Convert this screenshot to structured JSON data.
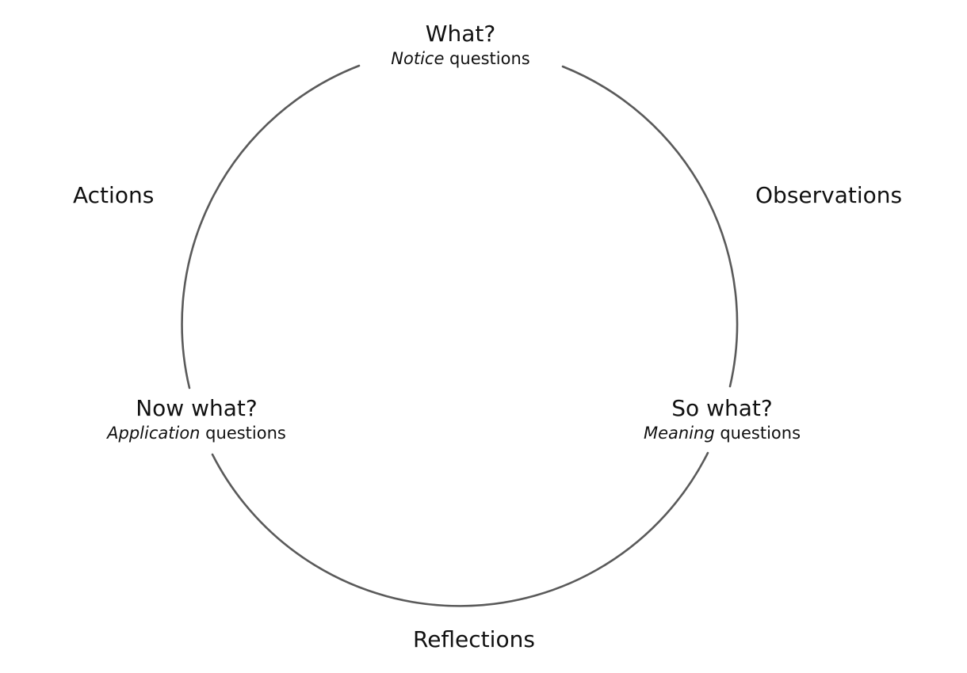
{
  "cycle": {
    "stroke_color": "#5a5a5a",
    "nodes": [
      {
        "id": "what",
        "title": "What?",
        "emphasis": "Notice",
        "suffix": " questions"
      },
      {
        "id": "so-what",
        "title": "So what?",
        "emphasis": "Meaning",
        "suffix": " questions"
      },
      {
        "id": "now-what",
        "title": "Now what?",
        "emphasis": "Application",
        "suffix": " questions"
      }
    ],
    "edges": [
      {
        "id": "observations",
        "label": "Observations"
      },
      {
        "id": "reflections",
        "label": "Reflections"
      },
      {
        "id": "actions",
        "label": "Actions"
      }
    ]
  }
}
